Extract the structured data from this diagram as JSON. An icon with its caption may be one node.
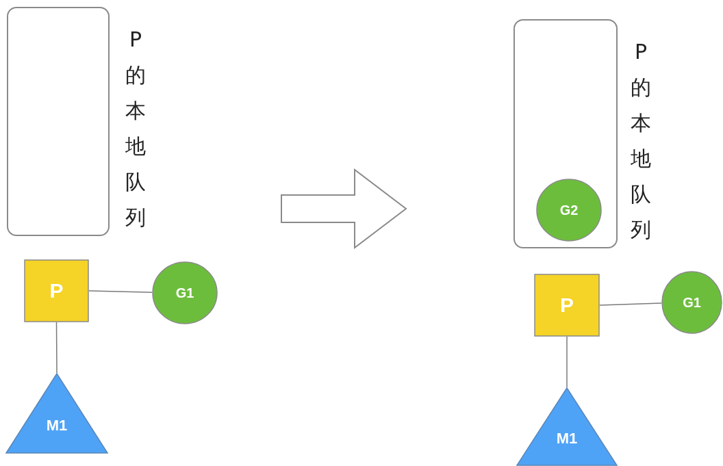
{
  "diagram": {
    "nodes": [
      {
        "text": [
          "P的本地队列"
        ]
      },
      {
        "text": [
          "P"
        ]
      },
      {
        "text": [
          "G1"
        ]
      },
      {
        "text": [
          "M1"
        ]
      },
      {
        "text": [
          "P的本地队列"
        ]
      },
      {
        "text": [
          "G2"
        ],
        "in": 4
      },
      {
        "text": [
          "P"
        ]
      },
      {
        "text": [
          "G1"
        ]
      },
      {
        "text": [
          "M1"
        ]
      }
    ],
    "edges": [
      {
        "from": 1,
        "to": 2,
        "arrow": "none"
      },
      {
        "from": 1,
        "to": 3,
        "arrow": "none"
      },
      {
        "from": 6,
        "to": 7,
        "arrow": "none"
      },
      {
        "from": 6,
        "to": 8,
        "arrow": "none"
      }
    ]
  }
}
